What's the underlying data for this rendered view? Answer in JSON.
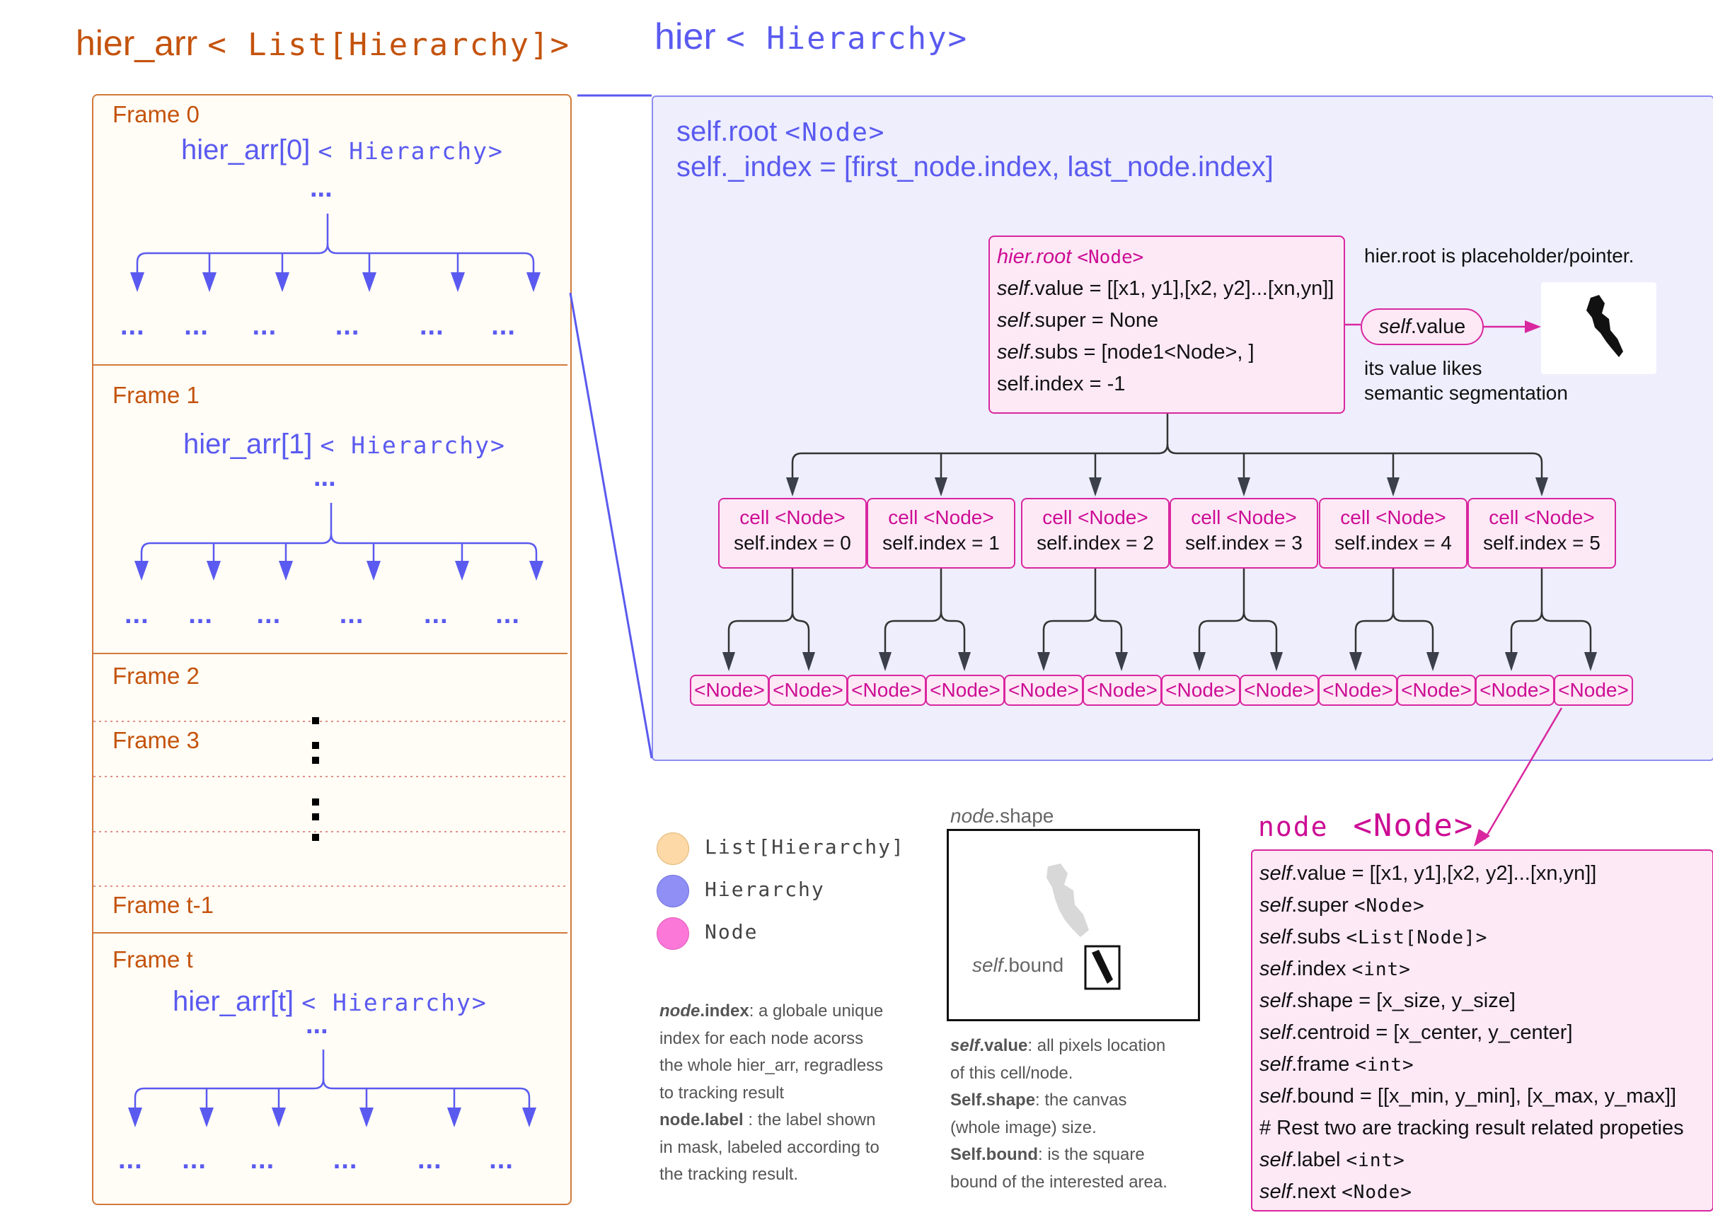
{
  "titles": {
    "left_name": "hier_arr",
    "left_type": "< List[Hierarchy]>",
    "right_name": "hier",
    "right_type": "< Hierarchy>"
  },
  "frames": {
    "frame0": {
      "label": "Frame 0",
      "name": "hier_arr[0]",
      "type": "< Hierarchy>"
    },
    "frame1": {
      "label": "Frame 1",
      "name": "hier_arr[1]",
      "type": "< Hierarchy>"
    },
    "frame2": {
      "label": "Frame 2"
    },
    "frame3": {
      "label": "Frame 3"
    },
    "frame_t_minus_1": {
      "label": "Frame t-1"
    },
    "frame_t": {
      "label": "Frame t",
      "name": "hier_arr[t]",
      "type": "< Hierarchy>"
    },
    "ellipsis": "...",
    "vertical_dots": "⋮"
  },
  "hierarchy": {
    "self_root": "self.root",
    "self_root_type": "<Node>",
    "self_index": "self._index = [first_node.index, last_node.index]",
    "root_box": {
      "title_italic": "hier.root",
      "title_type": "<Node>",
      "value_italic": "self",
      "value_rest": ".value = [[x1, y1],[x2, y2]...[xn,yn]]",
      "super_italic": "self",
      "super_rest": ".super = None",
      "subs_italic": "self",
      "subs_rest": ".subs = [node1<Node>, ]",
      "index_line": "self.index = -1"
    },
    "placeholder_note": "hier.root is placeholder/pointer.",
    "value_pill_italic": "self",
    "value_pill_rest": ".value",
    "value_note_1": "its value likes",
    "value_note_2": "semantic segmentation",
    "cells": [
      {
        "label": "cell <Node>",
        "index": "self.index = 0"
      },
      {
        "label": "cell <Node>",
        "index": "self.index = 1"
      },
      {
        "label": "cell <Node>",
        "index": "self.index = 2"
      },
      {
        "label": "cell <Node>",
        "index": "self.index = 3"
      },
      {
        "label": "cell <Node>",
        "index": "self.index = 4"
      },
      {
        "label": "cell <Node>",
        "index": "self.index = 5"
      }
    ],
    "leaf_label": "<Node>"
  },
  "legend": [
    {
      "label": "List[Hierarchy]",
      "color": "#fcd9a6"
    },
    {
      "label": "Hierarchy",
      "color": "#8f8ff5"
    },
    {
      "label": "Node",
      "color": "#fb77d8"
    }
  ],
  "index_desc": {
    "b1": "node",
    "t1": ".index",
    "r1": ": a globale unique",
    "l2": "index for each node acorss",
    "l3": "the whole hier_arr, regradless",
    "l4": "to tracking result",
    "b5": "node.label",
    "r5": " : the label shown",
    "l6": "in mask, labeled according to",
    "l7": "the tracking result."
  },
  "shape": {
    "caption_italic": "node",
    "caption_rest": ".shape",
    "bound_italic": "self",
    "bound_rest": ".bound"
  },
  "shape_desc": {
    "b1a": "self",
    "b1b": ".value",
    "r1": ": all pixels location",
    "l2": "of this cell/node.",
    "b3": "Self.shape",
    "r3": ": the canvas",
    "l4": "(whole image) size.",
    "b5": "Self.bound",
    "r5": ": is the square",
    "l6": "bound of the interested area."
  },
  "node_def": {
    "title_name": "node",
    "title_type": "<Node>",
    "lines": [
      {
        "it": "self",
        "rest": ".value =  [[x1, y1],[x2, y2]...[xn,yn]]",
        "mono": ""
      },
      {
        "it": "self",
        "rest": ".super ",
        "mono": "<Node>"
      },
      {
        "it": "self",
        "rest": ".subs ",
        "mono": "<List[Node]>"
      },
      {
        "it": "self",
        "rest": ".index  ",
        "mono": "<int>"
      },
      {
        "it": "self",
        "rest": ".shape = [x_size, y_size]",
        "mono": ""
      },
      {
        "it": "self",
        "rest": ".centroid = [x_center, y_center]",
        "mono": ""
      },
      {
        "it": "self",
        "rest": ".frame ",
        "mono": "<int>"
      },
      {
        "it": "self",
        "rest": ".bound = [[x_min, y_min], [x_max, y_max]]",
        "mono": ""
      },
      {
        "it": "",
        "rest": "# Rest two are tracking result related propeties",
        "mono": ""
      },
      {
        "it": "self",
        "rest": ".label ",
        "mono": "<int>"
      },
      {
        "it": "self",
        "rest": ".next ",
        "mono": "<Node>"
      }
    ]
  },
  "colors": {
    "orange": "#c4530d",
    "blue": "#5a5af0",
    "pink": "#cc0d94",
    "panel_orange_fill": "#fffdf6",
    "panel_blue_fill": "#eeeefd",
    "node_fill": "#fde8f6"
  }
}
